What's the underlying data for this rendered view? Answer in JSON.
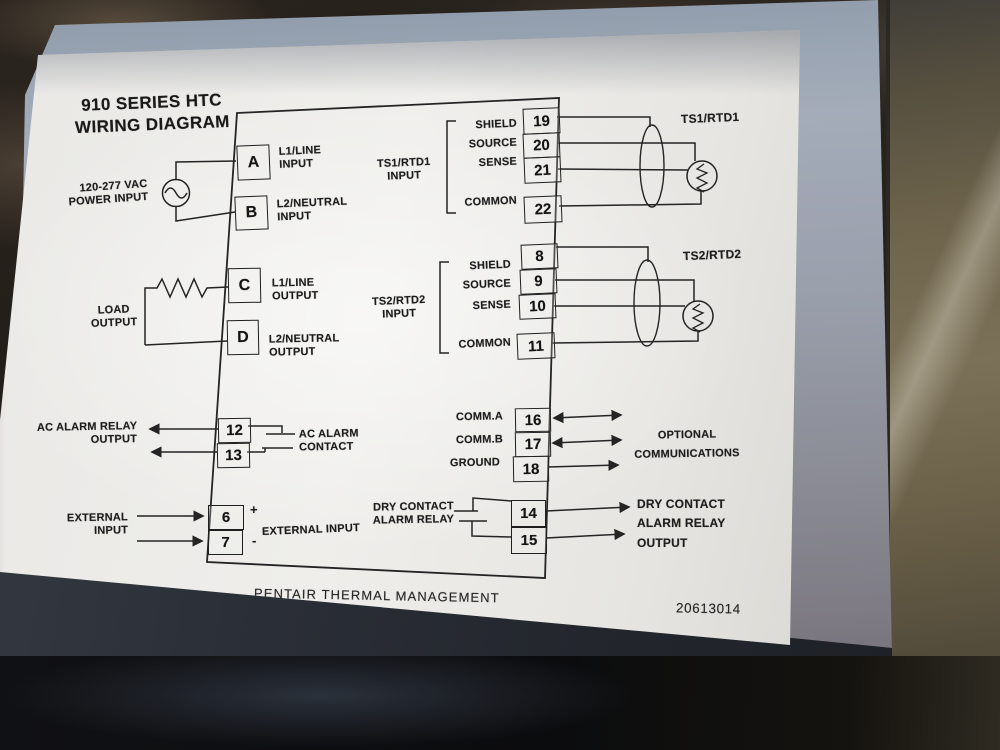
{
  "header": {
    "title_line1": "910 SERIES HTC",
    "title_line2": "WIRING DIAGRAM"
  },
  "power": {
    "label1": "120-277 VAC",
    "label2": "POWER INPUT",
    "terminal_a": "A",
    "a_line1": "L1/LINE",
    "a_line2": "INPUT",
    "terminal_b": "B",
    "b_line1": "L2/NEUTRAL",
    "b_line2": "INPUT"
  },
  "load": {
    "label1": "LOAD",
    "label2": "OUTPUT",
    "terminal_c": "C",
    "c_line1": "L1/LINE",
    "c_line2": "OUTPUT",
    "terminal_d": "D",
    "d_line1": "L2/NEUTRAL",
    "d_line2": "OUTPUT"
  },
  "ac_alarm": {
    "label1": "AC ALARM RELAY",
    "label2": "OUTPUT",
    "t12": "12",
    "t13": "13",
    "contact1": "AC ALARM",
    "contact2": "CONTACT"
  },
  "external": {
    "label1": "EXTERNAL",
    "label2": "INPUT",
    "t6": "6",
    "t7": "7",
    "plus": "+",
    "minus": "-",
    "inline_label": "EXTERNAL INPUT"
  },
  "ts1": {
    "t19": "19",
    "t20": "20",
    "t21": "21",
    "t22": "22",
    "shield": "SHIELD",
    "source": "SOURCE",
    "sense": "SENSE",
    "common": "COMMON",
    "group1": "TS1/RTD1",
    "group2": "INPUT",
    "sensor": "TS1/RTD1"
  },
  "ts2": {
    "t8": "8",
    "t9": "9",
    "t10": "10",
    "t11": "11",
    "shield": "SHIELD",
    "source": "SOURCE",
    "sense": "SENSE",
    "common": "COMMON",
    "group1": "TS2/RTD2",
    "group2": "INPUT",
    "sensor": "TS2/RTD2"
  },
  "comm": {
    "t16": "16",
    "t17": "17",
    "t18": "18",
    "a": "COMM.A",
    "b": "COMM.B",
    "ground": "GROUND",
    "opt1": "OPTIONAL",
    "opt2": "COMMUNICATIONS"
  },
  "dry_contact": {
    "t14": "14",
    "t15": "15",
    "label1": "DRY CONTACT",
    "label2": "ALARM RELAY",
    "out1": "DRY CONTACT",
    "out2": "ALARM RELAY",
    "out3": "OUTPUT"
  },
  "footer": {
    "brand": "PENTAIR THERMAL MANAGEMENT",
    "part_number": "20613014"
  },
  "colors": {
    "ink": "#1f1f1f",
    "label_bg": "#eeede9",
    "panel": "#98a3b2"
  }
}
